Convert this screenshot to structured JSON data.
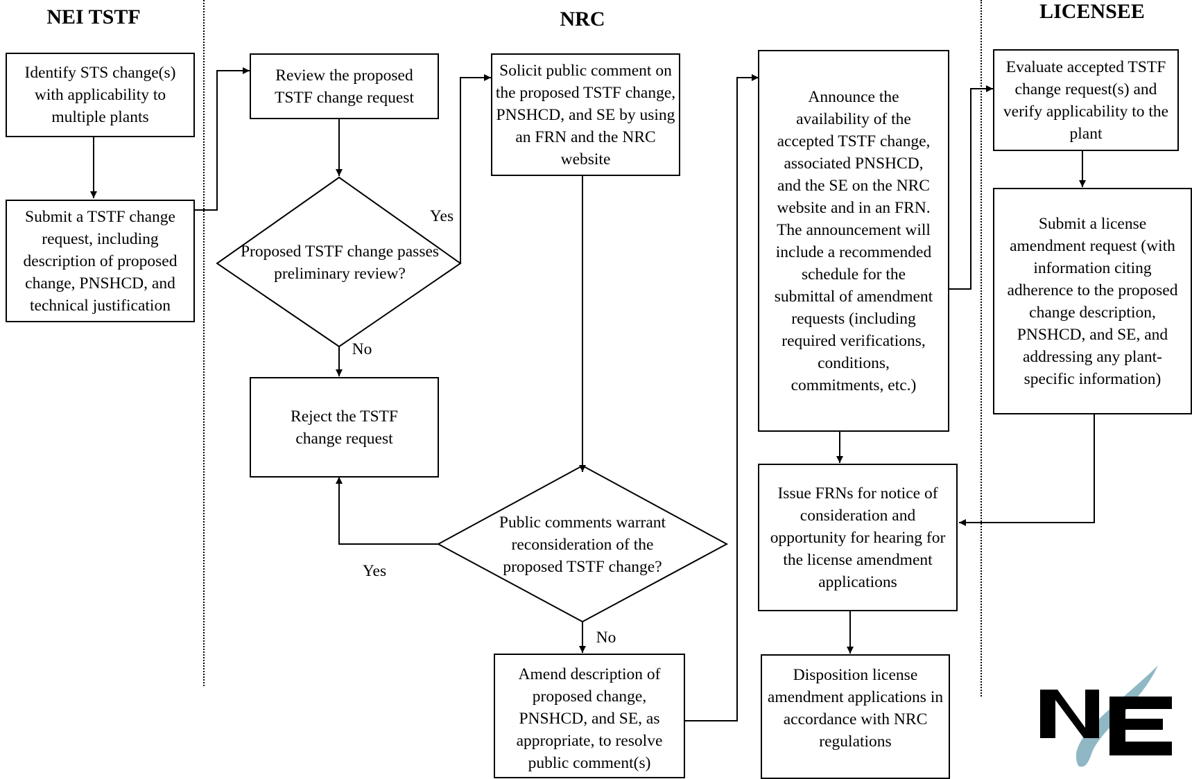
{
  "lanes": {
    "nei": "NEI TSTF",
    "nrc": "NRC",
    "licensee": "LICENSEE"
  },
  "steps": {
    "identify": "Identify STS change(s) with applicability to multiple plants",
    "submit_tstf": "Submit a TSTF change request, including description of proposed change, PNSHCD, and technical justification",
    "review": "Review the proposed TSTF change request",
    "preliminary_review": "Proposed TSTF change passes preliminary review?",
    "reject": "Reject the TSTF change request",
    "solicit": "Solicit public comment on the proposed TSTF change, PNSHCD, and SE by using an FRN and the NRC website",
    "public_comments": "Public comments warrant reconsideration of the proposed TSTF change?",
    "amend": "Amend description of proposed change, PNSHCD, and SE, as appropriate, to resolve public comment(s)",
    "announce": "Announce the availability of the accepted TSTF change, associated PNSHCD, and the SE on the NRC website and in an FRN.  The announcement will include a recommended schedule for the submittal of amendment requests (including required verifications, conditions, commitments, etc.)",
    "issue_frns": "Issue FRNs for notice of consideration and opportunity for hearing for the license amendment applications",
    "disposition": "Disposition license amendment applications in accordance with NRC regulations",
    "evaluate": "Evaluate accepted TSTF change request(s) and verify applicability to the plant",
    "submit_lar": "Submit a license amendment request (with information citing adherence to the proposed change description, PNSHCD, and SE, and addressing any plant-specific information)"
  },
  "edge_labels": {
    "prelim_yes": "Yes",
    "prelim_no": "No",
    "comments_yes": "Yes",
    "comments_no": "No"
  },
  "logo": {
    "text": "NE",
    "colors": [
      "#000000",
      "#8fb8c4"
    ]
  }
}
